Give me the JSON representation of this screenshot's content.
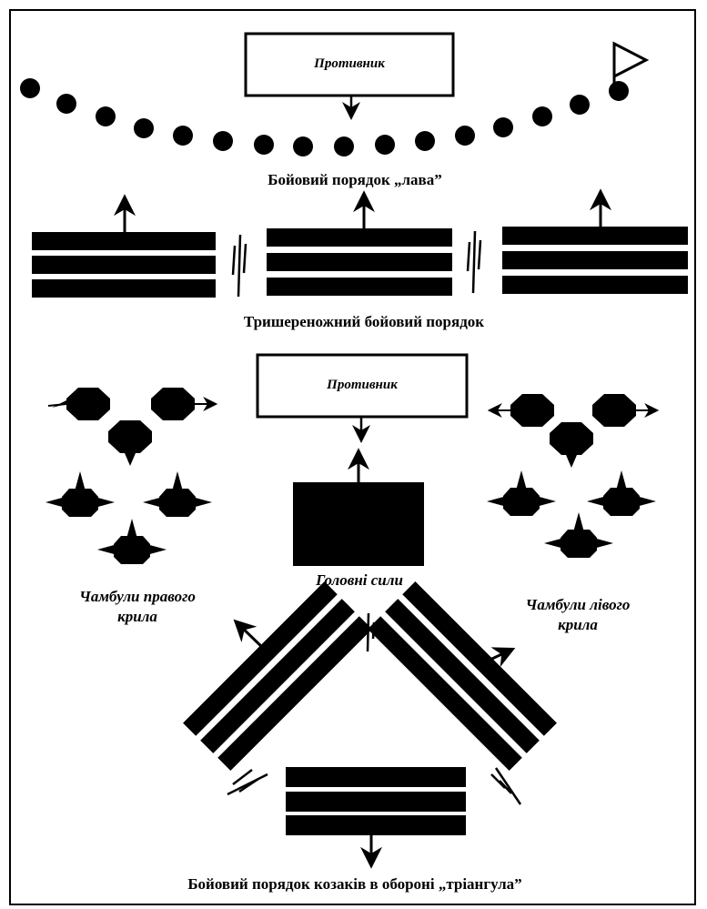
{
  "diagram": {
    "top_enemy_label": "Противник",
    "middle_enemy_label": "Противник",
    "lava_caption": "Бойовий порядок „лава”",
    "three_line_caption": "Тришереножний бойовий порядок",
    "main_forces_label": "Головні сили",
    "right_wing_label": "Чамбули правого крила",
    "left_wing_label": "Чамбули лівого крила",
    "triangle_caption": "Бойовий порядок козаків в обороні „тріангула”"
  },
  "colors": {
    "ink": "#000000",
    "paper": "#ffffff"
  }
}
